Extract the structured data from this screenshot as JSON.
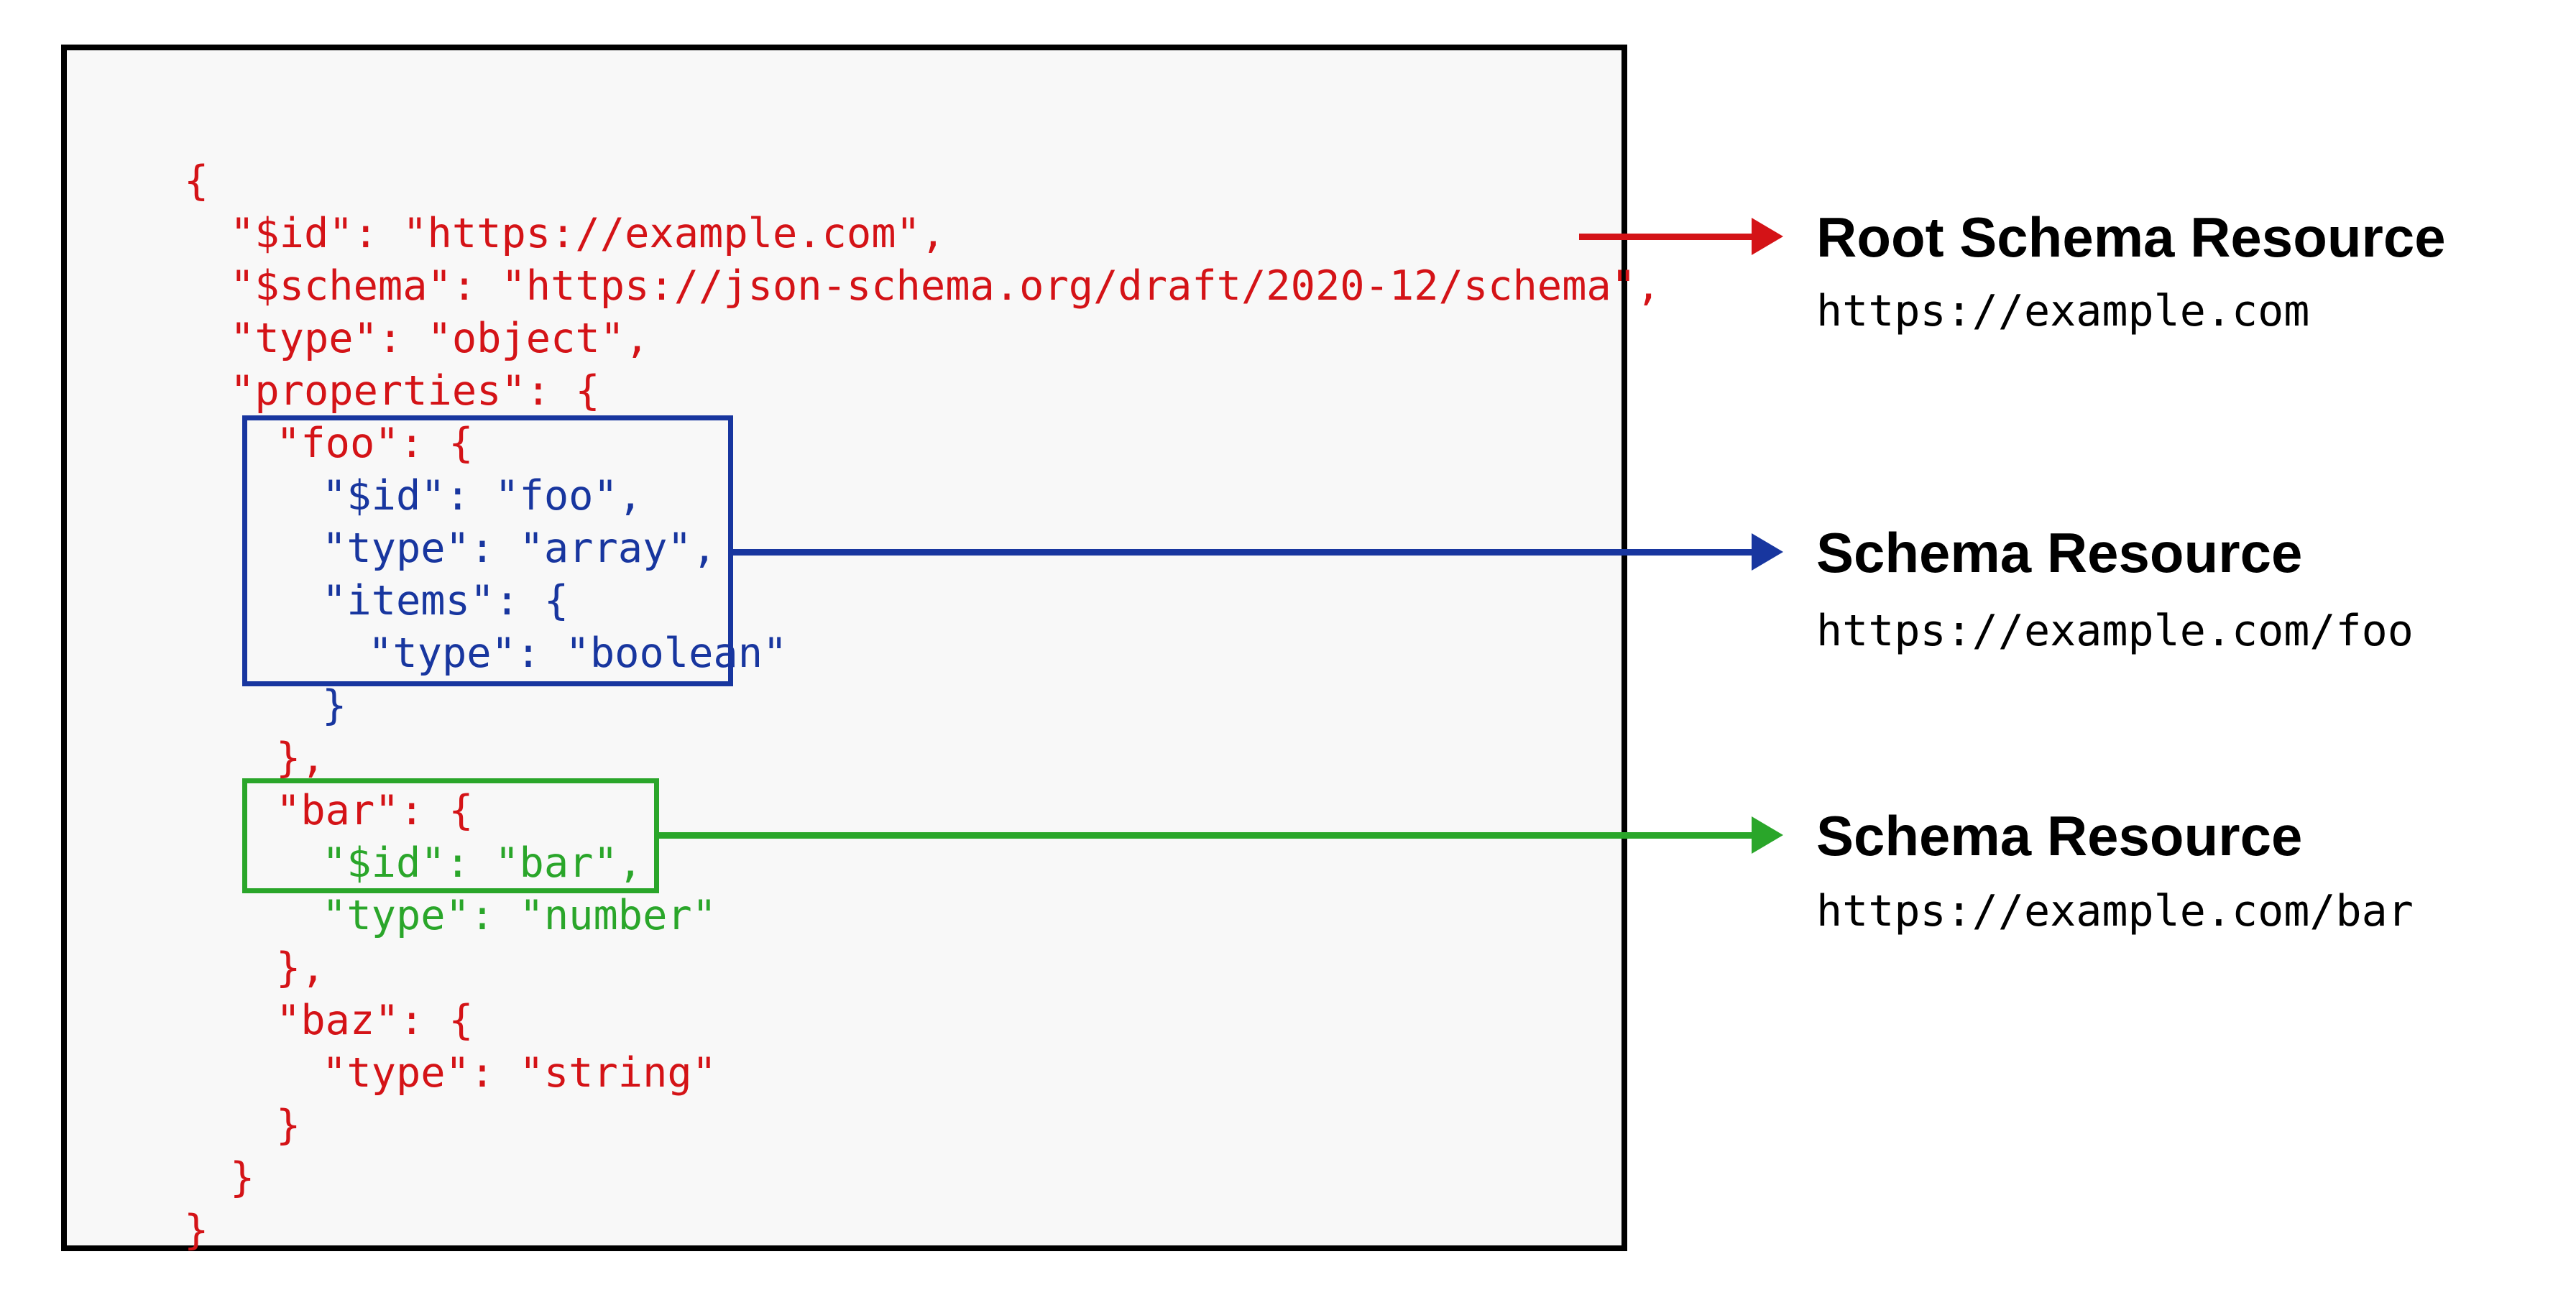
{
  "colors": {
    "red": "#d41317",
    "blue": "#18369f",
    "green": "#2aa62a",
    "panel_background": "#f8f8f8",
    "panel_border": "#000000",
    "page_background": "#ffffff",
    "annotation_text": "#000000"
  },
  "code": {
    "lines": [
      {
        "text": "{",
        "indent": 0,
        "color": "red"
      },
      {
        "text": "\"$id\": \"https://example.com\",",
        "indent": 1,
        "color": "red"
      },
      {
        "text": "\"$schema\": \"https://json-schema.org/draft/2020-12/schema\",",
        "indent": 1,
        "color": "red"
      },
      {
        "text": "\"type\": \"object\",",
        "indent": 1,
        "color": "red"
      },
      {
        "text": "\"properties\": {",
        "indent": 1,
        "color": "red"
      },
      {
        "text": "\"foo\": {",
        "indent": 2,
        "color": "red"
      },
      {
        "text": "\"$id\": \"foo\",",
        "indent": 3,
        "color": "blue"
      },
      {
        "text": "\"type\": \"array\",",
        "indent": 3,
        "color": "blue"
      },
      {
        "text": "\"items\": {",
        "indent": 3,
        "color": "blue"
      },
      {
        "text": "\"type\": \"boolean\"",
        "indent": 4,
        "color": "blue"
      },
      {
        "text": "}",
        "indent": 3,
        "color": "blue"
      },
      {
        "text": "},",
        "indent": 2,
        "color": "red"
      },
      {
        "text": "\"bar\": {",
        "indent": 2,
        "color": "red"
      },
      {
        "text": "\"$id\": \"bar\",",
        "indent": 3,
        "color": "green"
      },
      {
        "text": "\"type\": \"number\"",
        "indent": 3,
        "color": "green"
      },
      {
        "text": "},",
        "indent": 2,
        "color": "red"
      },
      {
        "text": "\"baz\": {",
        "indent": 2,
        "color": "red"
      },
      {
        "text": "\"type\": \"string\"",
        "indent": 3,
        "color": "red"
      },
      {
        "text": "}",
        "indent": 2,
        "color": "red"
      },
      {
        "text": "}",
        "indent": 1,
        "color": "red"
      },
      {
        "text": "}",
        "indent": 0,
        "color": "red"
      }
    ]
  },
  "annotations": [
    {
      "title": "Root Schema Resource",
      "url": "https://example.com",
      "arrow_color": "red"
    },
    {
      "title": "Schema Resource",
      "url": "https://example.com/foo",
      "arrow_color": "blue"
    },
    {
      "title": "Schema Resource",
      "url": "https://example.com/bar",
      "arrow_color": "green"
    }
  ]
}
